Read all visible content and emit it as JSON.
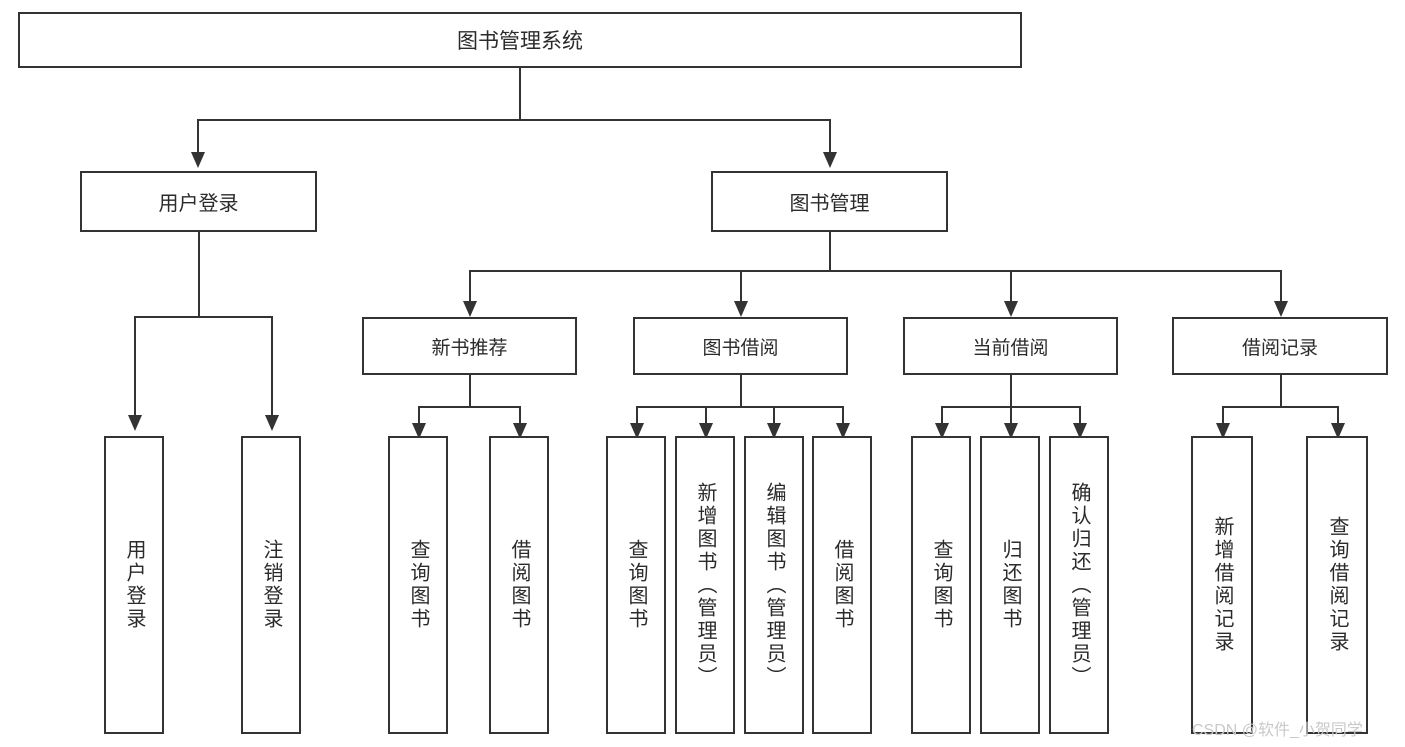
{
  "diagram": {
    "type": "tree",
    "title": "图书管理系统",
    "root": {
      "label": "图书管理系统"
    },
    "level2": [
      {
        "label": "用户登录"
      },
      {
        "label": "图书管理"
      }
    ],
    "level3": [
      {
        "label": "新书推荐"
      },
      {
        "label": "图书借阅"
      },
      {
        "label": "当前借阅"
      },
      {
        "label": "借阅记录"
      }
    ],
    "leaves": {
      "user_login": [
        {
          "label": "用户登录"
        },
        {
          "label": "注销登录"
        }
      ],
      "new_book_recommend": [
        {
          "label": "查询图书"
        },
        {
          "label": "借阅图书"
        }
      ],
      "book_borrow": [
        {
          "label": "查询图书"
        },
        {
          "label": "新增图书（管理员）"
        },
        {
          "label": "编辑图书（管理员）"
        },
        {
          "label": "借阅图书"
        }
      ],
      "current_borrow": [
        {
          "label": "查询图书"
        },
        {
          "label": "归还图书"
        },
        {
          "label": "确认归还（管理员）"
        }
      ],
      "borrow_record": [
        {
          "label": "新增借阅记录"
        },
        {
          "label": "查询借阅记录"
        }
      ]
    }
  },
  "watermark": {
    "text": "CSDN @软件_小贺同学"
  },
  "colors": {
    "border": "#333333",
    "text": "#2b2b2b",
    "background": "#ffffff",
    "watermark": "#c9c9c9"
  }
}
